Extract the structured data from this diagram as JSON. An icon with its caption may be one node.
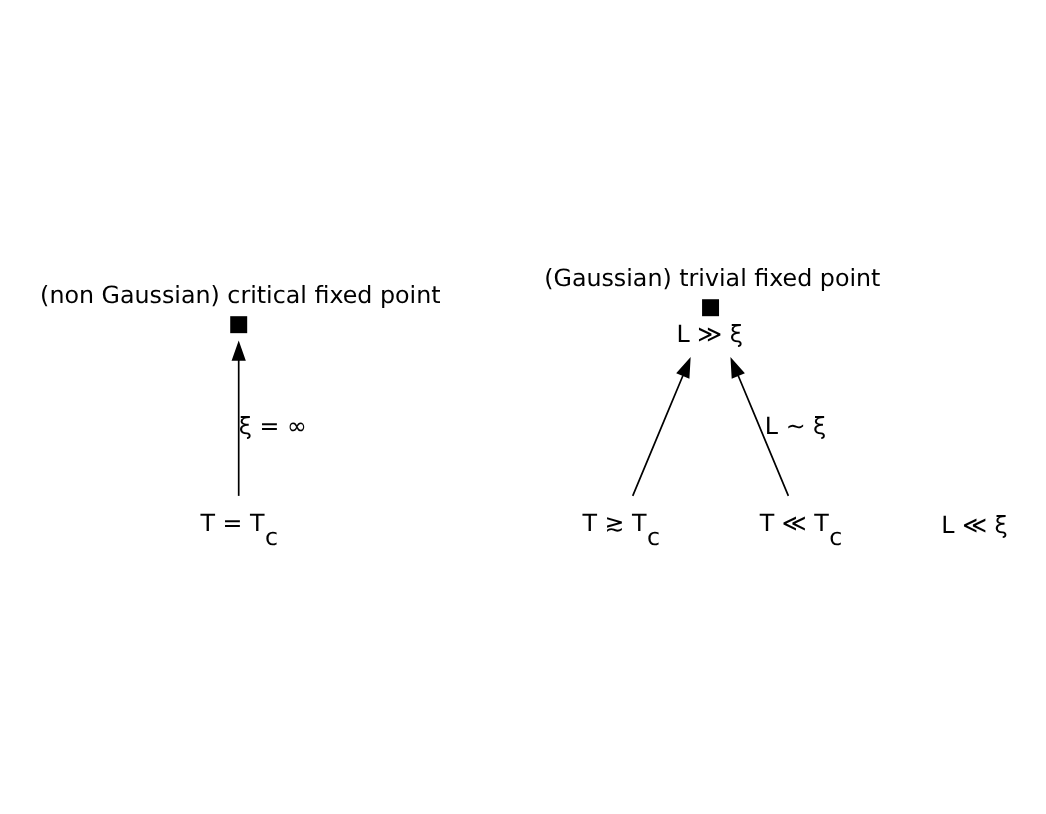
{
  "diagram": {
    "nodes": [
      {
        "text": [
          "(non Gaussian) critical fixed point"
        ]
      },
      {
        "text": [
          "(Gaussian) trivial fixed point"
        ],
        "beside": [
          "L ≫ ξ"
        ]
      },
      {
        "text": [
          "T = T$_{c}$"
        ]
      },
      {
        "text": [
          "T ≳ T$_{c}$"
        ]
      },
      {
        "text": [
          "T ≪ T$_{c}$"
        ]
      }
    ],
    "edges": [
      {
        "from": 2,
        "to": 0,
        "arrow": "to",
        "label": "ξ = ∞"
      },
      {
        "from": 3,
        "to": 1,
        "arrow": "to"
      },
      {
        "from": 4,
        "to": 1,
        "arrow": "to",
        "label": "L ~ ξ"
      }
    ],
    "labels": [
      "L ≪ ξ"
    ]
  }
}
